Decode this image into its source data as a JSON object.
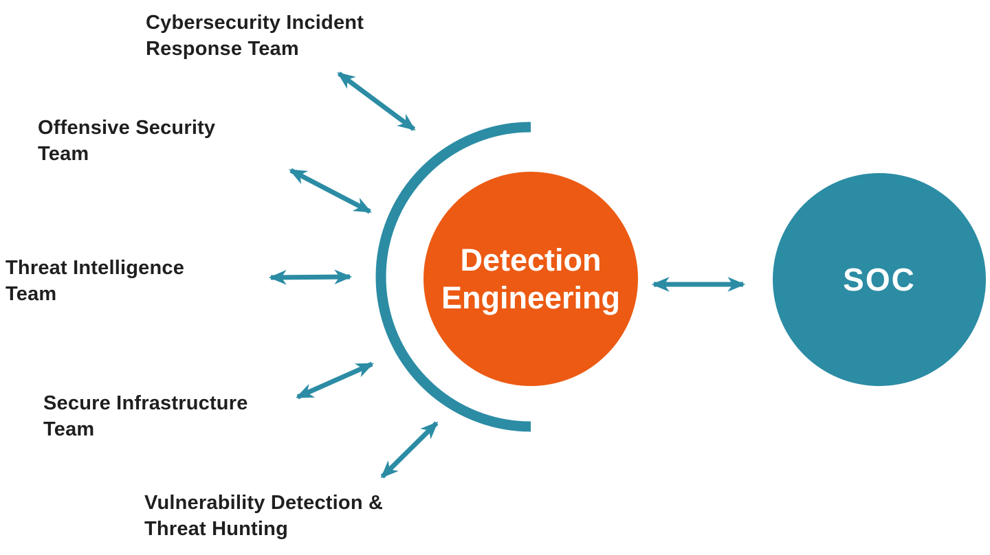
{
  "colors": {
    "teal": "#2b8ca4",
    "orange": "#ec5a13",
    "text": "#1f1f1f",
    "node_text": "#ffffff",
    "background": "#ffffff"
  },
  "teams": [
    {
      "label": "Cybersecurity Incident\nResponse Team"
    },
    {
      "label": "Offensive Security\nTeam"
    },
    {
      "label": "Threat Intelligence\nTeam"
    },
    {
      "label": "Secure Infrastructure\nTeam"
    },
    {
      "label": "Vulnerability Detection &\nThreat Hunting"
    }
  ],
  "nodes": {
    "detection_engineering": {
      "label": "Detection\nEngineering"
    },
    "soc": {
      "label": "SOC"
    }
  }
}
